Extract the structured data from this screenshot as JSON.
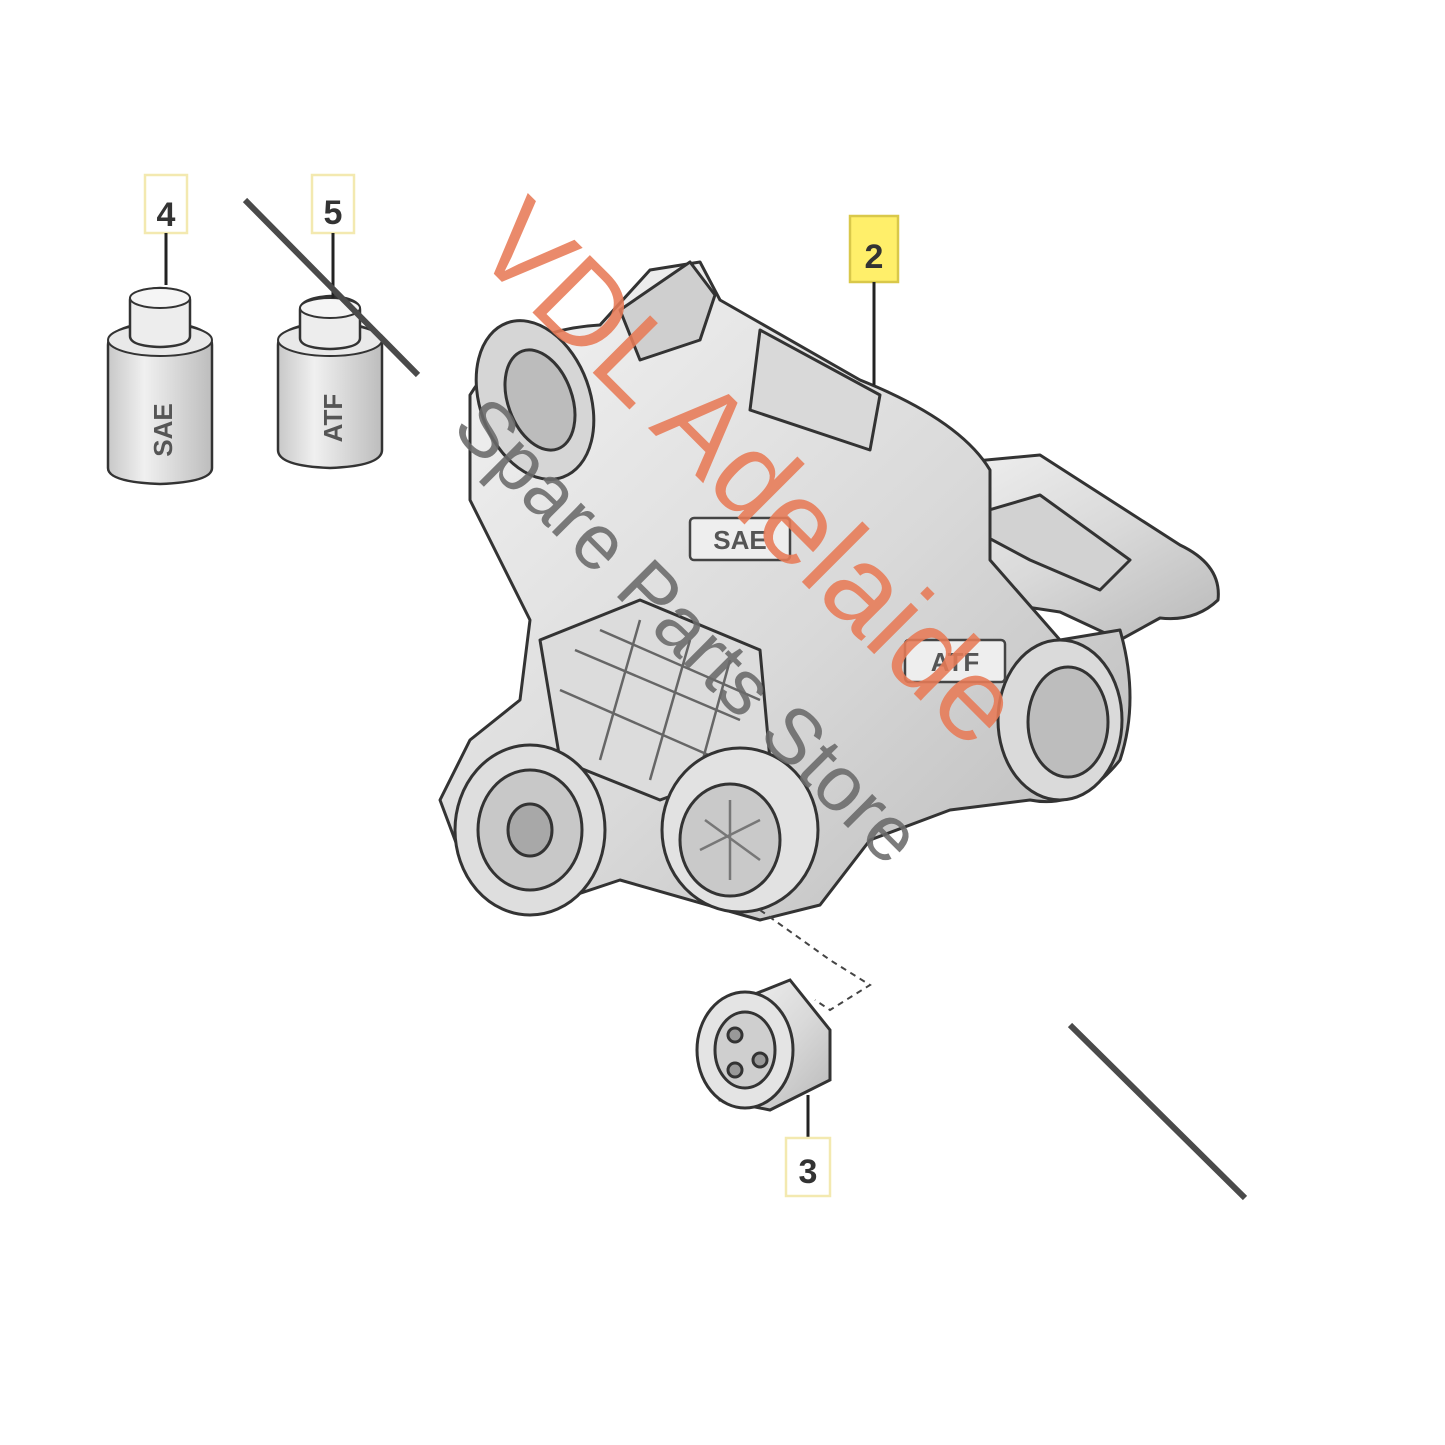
{
  "callouts": {
    "part_2": "2",
    "part_3": "3",
    "part_4": "4",
    "part_5": "5"
  },
  "bottle_labels": {
    "bottle_4": "SAE",
    "bottle_5": "ATF"
  },
  "housing_labels": {
    "sae": "SAE",
    "atf": "ATF"
  },
  "watermark": {
    "line1": "VDL Adelaide",
    "line2": "Spare Parts Store",
    "line1_color": "#e87b57",
    "line2_color": "#6a6a6a"
  },
  "colors": {
    "callout_highlight": "#ffef6a",
    "callout_border": "#f3e9b0",
    "part_fill": "#e6e6e6",
    "outline": "#333333"
  }
}
